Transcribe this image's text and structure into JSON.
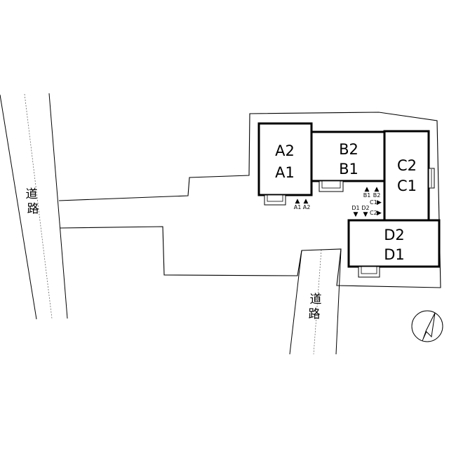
{
  "roads": [
    {
      "id": "road-left",
      "label": "道路"
    },
    {
      "id": "road-bottom",
      "label": "道路"
    }
  ],
  "buildings": [
    {
      "id": "A",
      "upper": "A2",
      "lower": "A1"
    },
    {
      "id": "B",
      "upper": "B2",
      "lower": "B1"
    },
    {
      "id": "C",
      "upper": "C2",
      "lower": "C1"
    },
    {
      "id": "D",
      "upper": "D2",
      "lower": "D1"
    }
  ],
  "entrance_labels": {
    "a1": "A1",
    "a2": "A2",
    "b1": "B1",
    "b2": "B2",
    "c1": "C1",
    "c2": "C2",
    "d1": "D1",
    "d2": "D2"
  },
  "symbols": {
    "up": "▲",
    "down": "▼",
    "right": "▶"
  },
  "north_arrow_icon": "north-arrow-icon"
}
